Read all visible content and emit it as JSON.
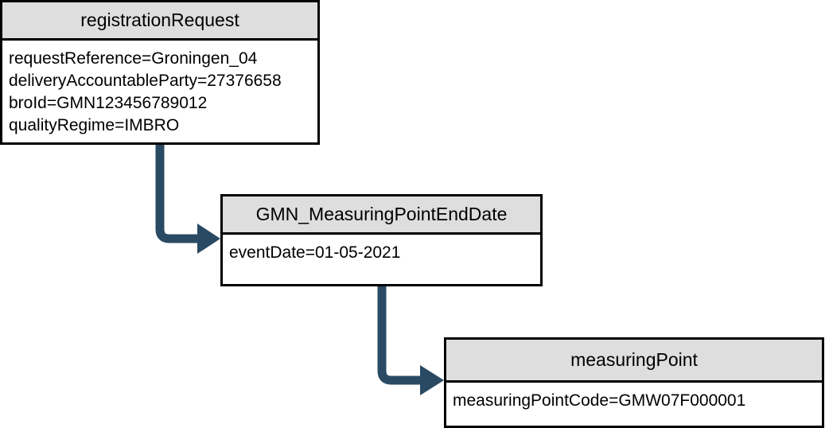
{
  "diagram": {
    "type": "uml-object-diagram",
    "colors": {
      "header_fill": "#dedede",
      "body_fill": "#ffffff",
      "border": "#000000",
      "connector": "#2a4a63"
    },
    "boxes": [
      {
        "id": "registrationRequest",
        "title": "registrationRequest",
        "attributes": [
          "requestReference=Groningen_04",
          "deliveryAccountableParty=27376658",
          "broId=GMN123456789012",
          "qualityRegime=IMBRO"
        ]
      },
      {
        "id": "GMN_MeasuringPointEndDate",
        "title": "GMN_MeasuringPointEndDate",
        "attributes": [
          "eventDate=01-05-2021"
        ]
      },
      {
        "id": "measuringPoint",
        "title": "measuringPoint",
        "attributes": [
          "measuringPointCode=GMW07F000001"
        ]
      }
    ],
    "connectors": [
      {
        "id": "conn-1",
        "from": "registrationRequest",
        "to": "GMN_MeasuringPointEndDate"
      },
      {
        "id": "conn-2",
        "from": "GMN_MeasuringPointEndDate",
        "to": "measuringPoint"
      }
    ]
  }
}
